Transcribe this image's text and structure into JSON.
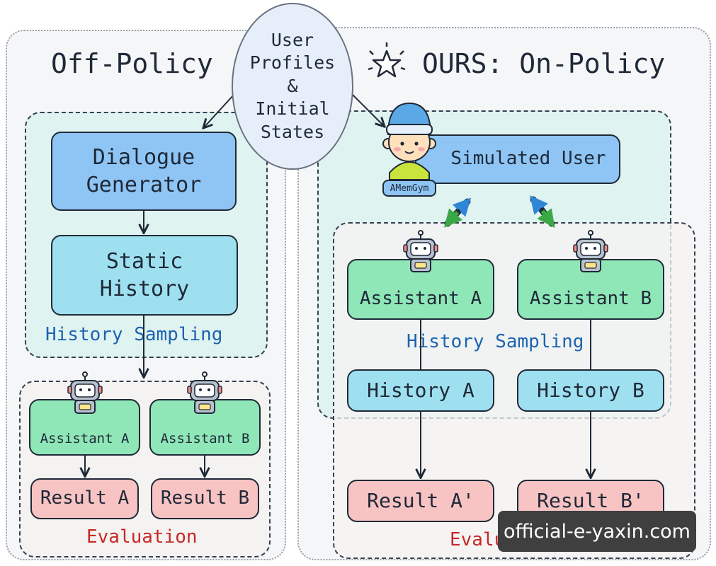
{
  "left": {
    "title": "Off-Policy",
    "generator": "Dialogue\nGenerator",
    "static_history": "Static\nHistory",
    "history_sampling": "History Sampling",
    "assistant_a": "Assistant A",
    "assistant_b": "Assistant B",
    "result_a": "Result A",
    "result_b": "Result B",
    "evaluation": "Evaluation"
  },
  "center": {
    "profiles": "User\nProfiles\n&\nInitial\nStates"
  },
  "right": {
    "title": "OURS: On-Policy",
    "simulated_user": "Simulated User",
    "amemgym_badge": "AMemGym",
    "assistant_a": "Assistant A",
    "assistant_b": "Assistant B",
    "history_sampling": "History Sampling",
    "history_a": "History A",
    "history_b": "History B",
    "result_a": "Result A'",
    "result_b": "Result B'",
    "evaluation": "Evaluation"
  },
  "watermark": "official-e-yaxin.com",
  "colors": {
    "generator": "#8ec5f4",
    "history": "#9ee0f0",
    "assistant": "#8fe7b8",
    "result": "#f7c3c3",
    "sampling_label": "#1e63b0",
    "evaluation_label": "#c62828"
  }
}
